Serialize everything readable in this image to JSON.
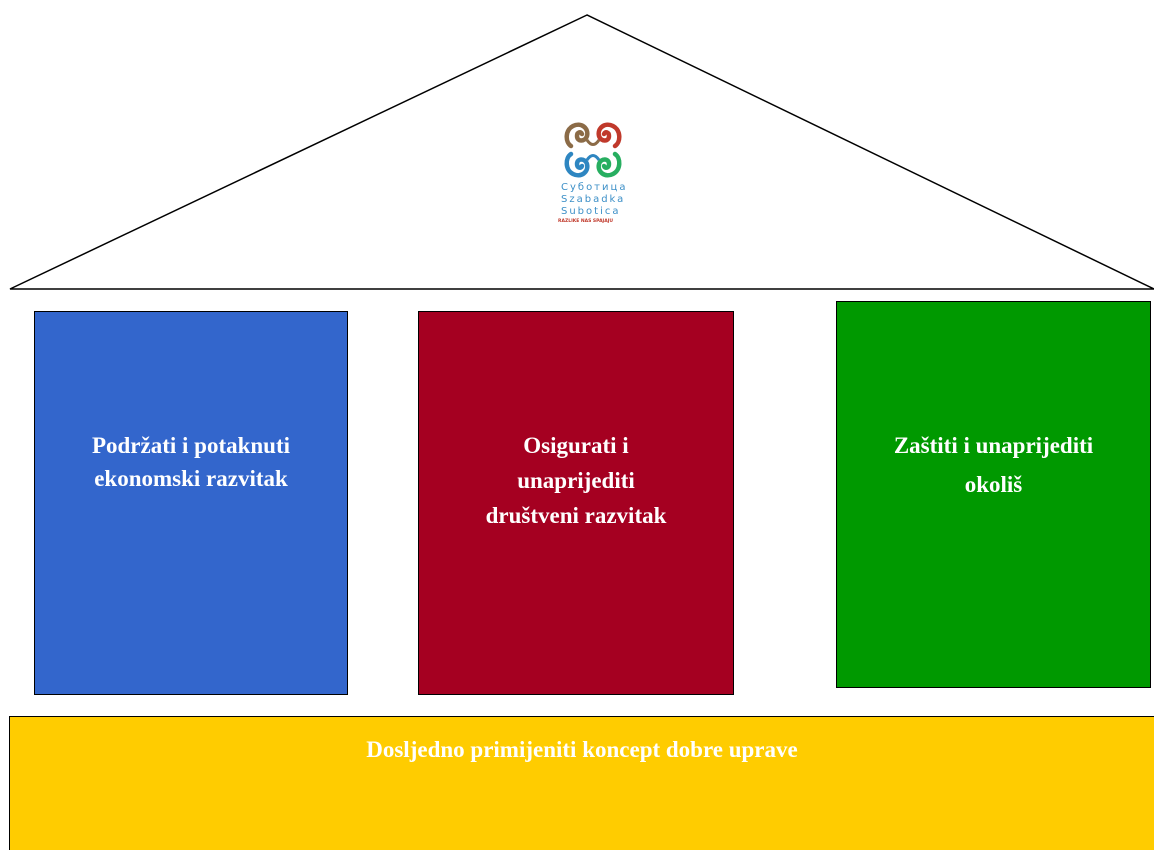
{
  "logo": {
    "lines": [
      "Суботица",
      "Szabadka",
      "Subotica"
    ],
    "tagline": "RAZLIKE NAS SPAJAJU",
    "colors": {
      "top_left": "#8b6b47",
      "top_right": "#c0392b",
      "bottom_left": "#2e86c1",
      "bottom_right": "#27ae60",
      "text": "#3c8fc7",
      "tagline": "#c0392b"
    }
  },
  "pillars": [
    {
      "lines": [
        "Podržati i potaknuti",
        "ekonomski razvitak"
      ],
      "color": "#3366cc"
    },
    {
      "lines": [
        "Osigurati i",
        "unaprijediti",
        "društveni razvitak"
      ],
      "color": "#a50021"
    },
    {
      "lines": [
        "Zaštiti i unaprijediti",
        "okoliš"
      ],
      "color": "#009900"
    }
  ],
  "foundation": {
    "label": "Dosljedno primijeniti koncept dobre uprave",
    "color": "#ffcc00"
  }
}
